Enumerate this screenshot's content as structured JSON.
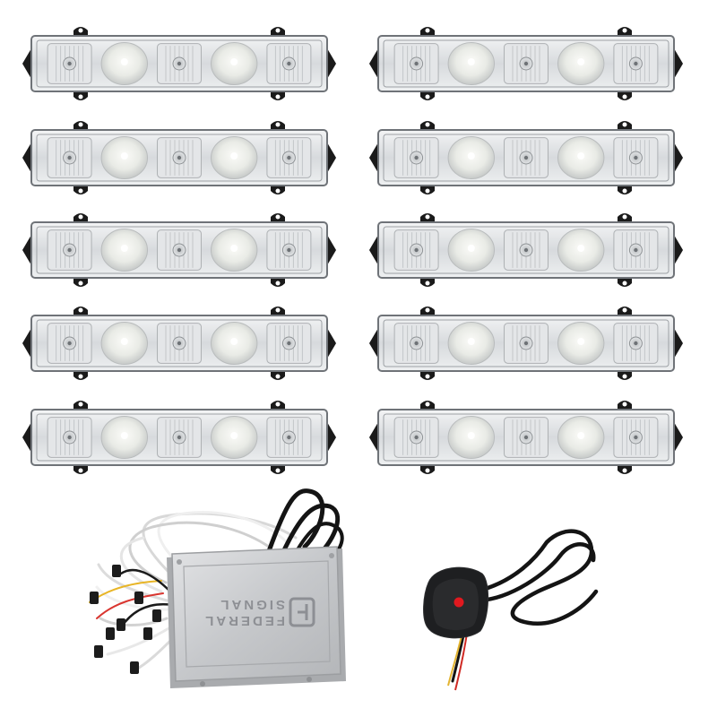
{
  "product": {
    "light_bars": {
      "count": 10,
      "columns": 2,
      "rows": 5,
      "leds_per_bar": 5,
      "large_lens_positions": [
        1,
        3
      ]
    },
    "controller": {
      "brand_line1": "FEDERAL",
      "brand_line2": "SIGNAL",
      "finish_color": "#c9cbce"
    },
    "switch": {
      "button_color": "#e0191f",
      "body_color": "#1e1f21"
    }
  },
  "colors": {
    "background": "#ffffff",
    "bar_frame": "#6f7378",
    "bracket": "#1a1a1a",
    "lens": "#d9dcdf",
    "cable_white": "#e9e9e9",
    "cable_black": "#141414"
  }
}
